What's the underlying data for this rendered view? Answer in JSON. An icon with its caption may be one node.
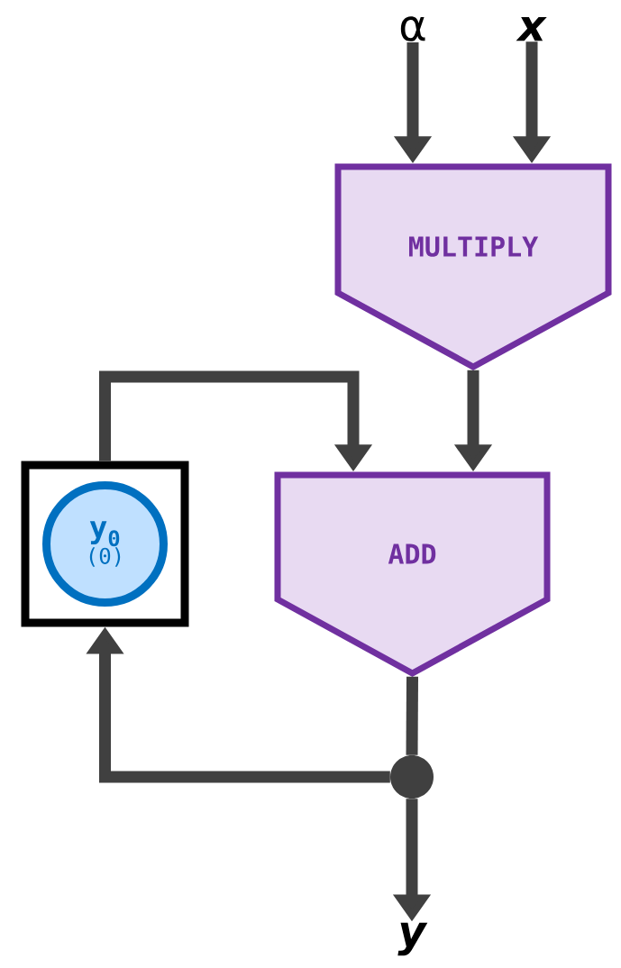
{
  "diagram": {
    "nodes": [
      {
        "text": [
          "α"
        ]
      },
      {
        "text": [
          "x"
        ]
      },
      {
        "text": [
          "MULTIPLY"
        ]
      },
      {
        "text": [],
        "shape": "box"
      },
      {
        "text": [
          "y$_{0}$",
          "(0)"
        ],
        "in": 3
      },
      {
        "text": [
          "ADD"
        ]
      },
      {
        "text": [],
        "shape": "circle"
      },
      {
        "text": [
          "y"
        ]
      }
    ],
    "edges": [
      {
        "from": 0,
        "to": 2,
        "arrow": "to"
      },
      {
        "from": 1,
        "to": 2,
        "arrow": "to"
      },
      {
        "from": 2,
        "to": 5,
        "arrow": "to"
      },
      {
        "from": 3,
        "to": 5,
        "arrow": "to"
      },
      {
        "from": 5,
        "to": 6,
        "arrow": "none"
      },
      {
        "from": 6,
        "to": 3,
        "arrow": "to"
      },
      {
        "from": 6,
        "to": 7,
        "arrow": "to"
      }
    ]
  }
}
